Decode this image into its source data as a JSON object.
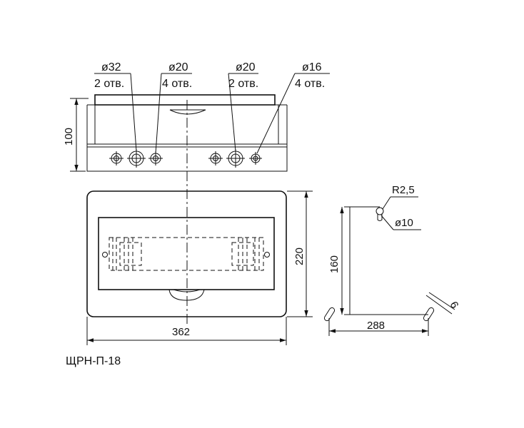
{
  "model_name": "ЩРН-П-18",
  "holes": [
    {
      "diameter": "ø32",
      "count": "2 отв."
    },
    {
      "diameter": "ø20",
      "count": "4 отв."
    },
    {
      "diameter": "ø20",
      "count": "2 отв."
    },
    {
      "diameter": "ø16",
      "count": "4 отв."
    }
  ],
  "dimensions": {
    "height_side": "100",
    "height_front": "220",
    "width_front": "362",
    "mount_height": "160",
    "mount_width": "288",
    "slot_width": "6",
    "keyhole_radius": "R2,5",
    "keyhole_diameter": "ø10"
  }
}
